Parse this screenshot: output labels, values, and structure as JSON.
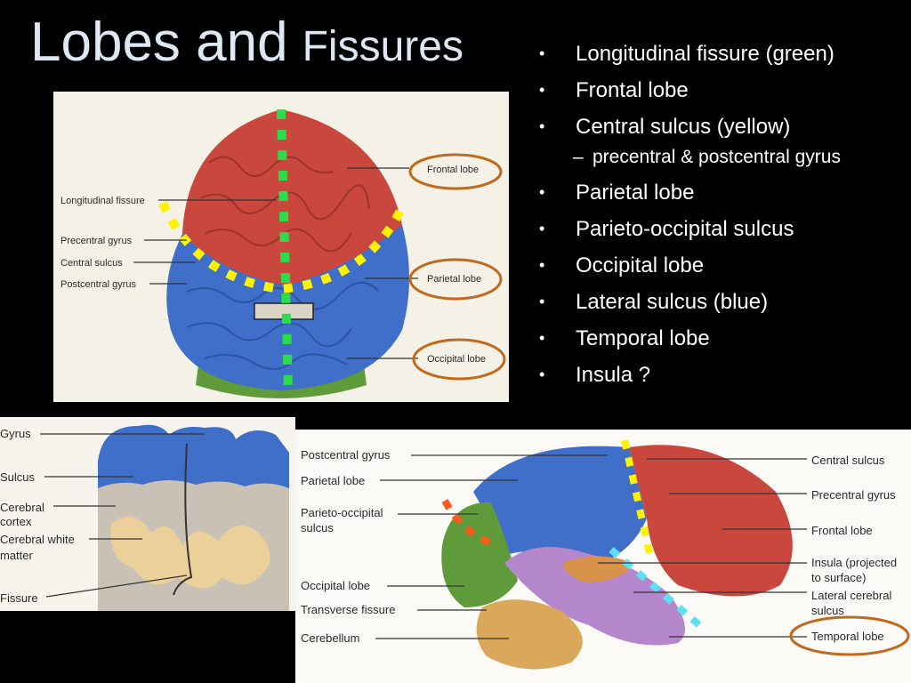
{
  "slide": {
    "title_word1": "Lobes and",
    "title_word2": "Fissures"
  },
  "bullets": [
    {
      "marker": "•",
      "text": "Longitudinal fissure (green)"
    },
    {
      "marker": "•",
      "text": "Frontal lobe"
    },
    {
      "marker": "•",
      "text": "Central sulcus (yellow)"
    },
    {
      "marker": "–",
      "text": "precentral & postcentral gyrus"
    },
    {
      "marker": "•",
      "text": "Parietal lobe"
    },
    {
      "marker": "•",
      "text": "Parieto-occipital sulcus"
    },
    {
      "marker": "•",
      "text": "Occipital lobe"
    },
    {
      "marker": "•",
      "text": "Lateral sulcus (blue)"
    },
    {
      "marker": "•",
      "text": "Temporal lobe"
    },
    {
      "marker": "•",
      "text": "Insula ?"
    }
  ],
  "figure_top": {
    "labels": {
      "frontal_lobe": "Frontal lobe",
      "longitudinal_fissure": "Longitudinal fissure",
      "precentral_gyrus": "Precentral gyrus",
      "central_sulcus": "Central sulcus",
      "postcentral_gyrus": "Postcentral gyrus",
      "parietal_lobe": "Parietal lobe",
      "occipital_lobe": "Occipital lobe"
    }
  },
  "figure_section": {
    "labels": {
      "gyrus": "Gyrus",
      "sulcus": "Sulcus",
      "cerebral_cortex_1": "Cerebral",
      "cerebral_cortex_2": "cortex",
      "white_matter_1": "Cerebral white",
      "white_matter_2": "matter",
      "fissure": "Fissure"
    }
  },
  "figure_side": {
    "labels": {
      "postcentral_gyrus": "Postcentral gyrus",
      "parietal_lobe": "Parietal lobe",
      "parieto_occipital_1": "Parieto-occipital",
      "parieto_occipital_2": "sulcus",
      "occipital_lobe": "Occipital lobe",
      "transverse_fissure": "Transverse fissure",
      "cerebellum": "Cerebellum",
      "central_sulcus": "Central sulcus",
      "precentral_gyrus": "Precentral gyrus",
      "frontal_lobe": "Frontal lobe",
      "insula_1": "Insula (projected",
      "insula_2": "to surface)",
      "lateral_1": "Lateral cerebral",
      "lateral_2": "sulcus",
      "temporal_lobe": "Temporal lobe"
    }
  },
  "colors": {
    "background": "#000000",
    "frontal": "#c9473d",
    "parietal": "#3f6fc8",
    "occipital": "#5f9b3a",
    "temporal": "#b486cc",
    "cerebellum": "#d9a85a",
    "longitudinal_marker": "#2ddc4a",
    "central_marker": "#fff200",
    "lateral_marker": "#5fe0f0",
    "parieto_occipital_marker": "#ff5a1a",
    "circle": "#c06a1e"
  }
}
